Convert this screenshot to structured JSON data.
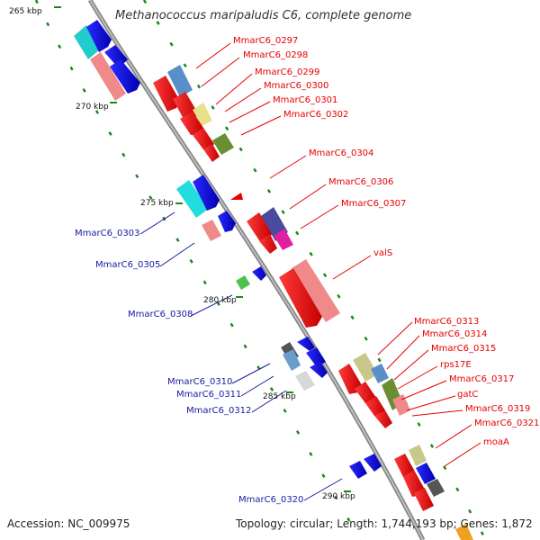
{
  "title": "Methanococcus maripaludis C6, complete genome",
  "accession": "Accession: NC_009975",
  "topology": "Topology: circular; Length: 1,744,193 bp; Genes: 1,872",
  "scale_labels": [
    "265 kbp",
    "270 kbp",
    "275 kbp",
    "280 kbp",
    "285 kbp",
    "290 kbp"
  ],
  "red_genes": [
    "MmarC6_0297",
    "MmarC6_0298",
    "MmarC6_0299",
    "MmarC6_0300",
    "MmarC6_0301",
    "MmarC6_0302",
    "MmarC6_0304",
    "MmarC6_0306",
    "MmarC6_0307",
    "valS",
    "MmarC6_0313",
    "MmarC6_0314",
    "MmarC6_0315",
    "rps17E",
    "MmarC6_0317",
    "gatC",
    "MmarC6_0319",
    "MmarC6_0321",
    "moaA"
  ],
  "blue_genes": [
    "MmarC6_0303",
    "MmarC6_0305",
    "MmarC6_0308",
    "MmarC6_0310",
    "MmarC6_0311",
    "MmarC6_0312",
    "MmarC6_0320"
  ],
  "colors": {
    "red": "#e60000",
    "blue": "#1a1aa0",
    "backbone": "#888888"
  }
}
